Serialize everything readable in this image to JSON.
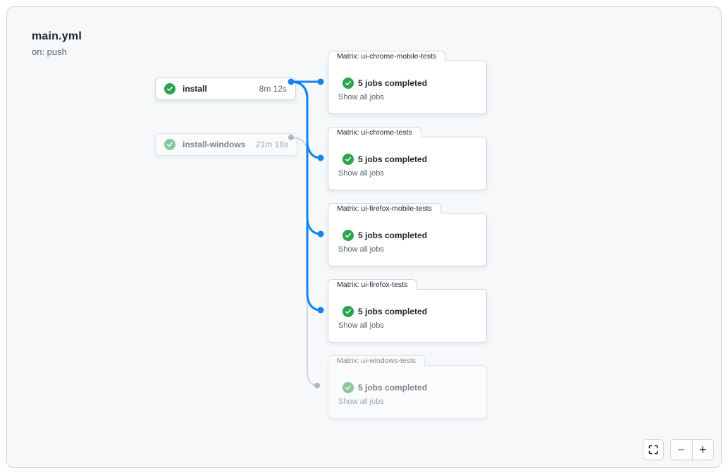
{
  "header": {
    "title": "main.yml",
    "trigger": "on: push"
  },
  "graph": {
    "nodes": [
      {
        "label": "install",
        "duration": "8m 12s",
        "status": "success",
        "faded": false
      },
      {
        "label": "install-windows",
        "duration": "21m 16s",
        "status": "success",
        "faded": true
      }
    ],
    "matrix_groups": [
      {
        "label": "Matrix: ui-chrome-mobile-tests",
        "summary": "5 jobs completed",
        "link_label": "Show all jobs",
        "status": "success",
        "faded": false
      },
      {
        "label": "Matrix: ui-chrome-tests",
        "summary": "5 jobs completed",
        "link_label": "Show all jobs",
        "status": "success",
        "faded": false
      },
      {
        "label": "Matrix: ui-firefox-mobile-tests",
        "summary": "5 jobs completed",
        "link_label": "Show all jobs",
        "status": "success",
        "faded": false
      },
      {
        "label": "Matrix: ui-firefox-tests",
        "summary": "5 jobs completed",
        "link_label": "Show all jobs",
        "status": "success",
        "faded": false
      },
      {
        "label": "Matrix: ui-windows-tests",
        "summary": "5 jobs completed",
        "link_label": "Show all jobs",
        "status": "success",
        "faded": true
      }
    ]
  },
  "controls": {
    "zoom_out_label": "−",
    "zoom_in_label": "+"
  },
  "colors": {
    "accent_blue": "#1184f0",
    "success_green": "#2da44e",
    "edge_gray": "#d1d5da",
    "dot_gray": "#afb8c1",
    "canvas_bg": "#f6f8fa",
    "panel_border": "#d0d7de",
    "text_primary": "#1f2328",
    "text_secondary": "#59636e"
  }
}
